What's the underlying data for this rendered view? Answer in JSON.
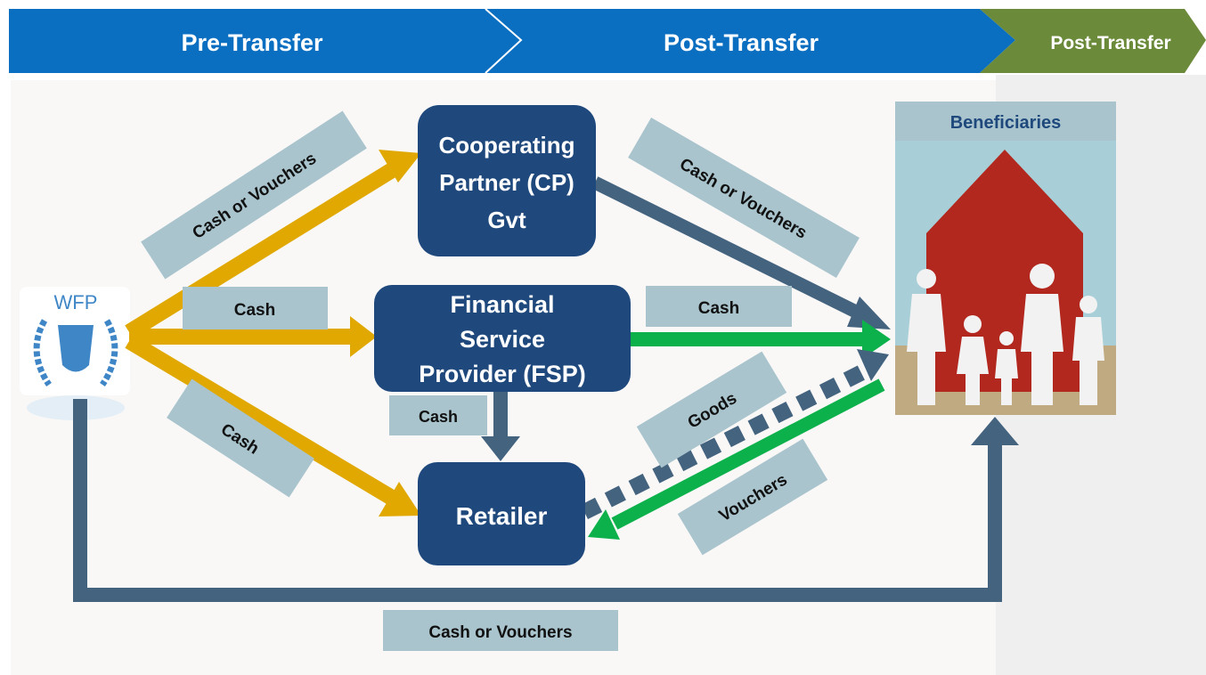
{
  "header": {
    "stages": [
      {
        "label": "Pre-Transfer",
        "color": "#0b6fc1"
      },
      {
        "label": "Post-Transfer",
        "color": "#0b6fc1"
      },
      {
        "label": "Post-Transfer",
        "color": "#6b8a3a"
      }
    ]
  },
  "logo": {
    "text": "WFP",
    "icon": "wfp-laurel-logo"
  },
  "nodes": {
    "cp": {
      "lines": [
        "Cooperating",
        "Partner (CP)",
        "Gvt"
      ]
    },
    "fsp": {
      "lines": [
        "Financial",
        "Service",
        "Provider (FSP)"
      ]
    },
    "retailer": {
      "lines": [
        "Retailer"
      ]
    }
  },
  "beneficiaries": {
    "title": "Beneficiaries",
    "icon": "family-house-illustration"
  },
  "flows": {
    "wfp_to_cp": "Cash or Vouchers",
    "wfp_to_fsp": "Cash",
    "wfp_to_retailer": "Cash",
    "fsp_to_retailer": "Cash",
    "cp_to_beneficiaries": "Cash or Vouchers",
    "fsp_to_beneficiaries": "Cash",
    "retailer_to_beneficiaries": "Goods",
    "beneficiaries_to_retailer": "Vouchers",
    "wfp_to_beneficiaries": "Cash or Vouchers"
  },
  "colors": {
    "node_fill": "#1f497d",
    "label_box": "#a9c4cd",
    "arrow_gold": "#e0a800",
    "arrow_slate": "#44637f",
    "arrow_green": "#0db14b",
    "header_blue": "#0b6fc1",
    "header_green": "#6b8a3a"
  }
}
